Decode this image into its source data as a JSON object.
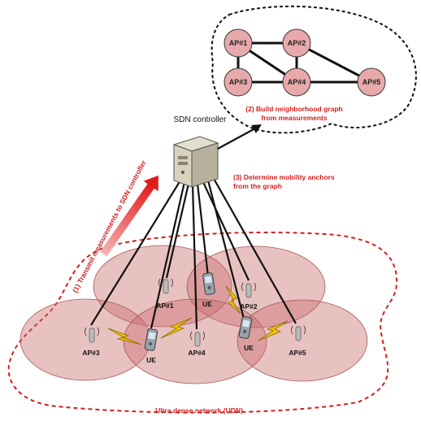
{
  "graph": {
    "nodes": [
      {
        "id": "ap1",
        "label": "AP#1"
      },
      {
        "id": "ap2",
        "label": "AP#2"
      },
      {
        "id": "ap3",
        "label": "AP#3"
      },
      {
        "id": "ap4",
        "label": "AP#4"
      },
      {
        "id": "ap5",
        "label": "AP#5"
      }
    ],
    "edges": [
      [
        "ap1",
        "ap2"
      ],
      [
        "ap1",
        "ap3"
      ],
      [
        "ap1",
        "ap4"
      ],
      [
        "ap2",
        "ap4"
      ],
      [
        "ap2",
        "ap5"
      ],
      [
        "ap3",
        "ap4"
      ],
      [
        "ap4",
        "ap5"
      ]
    ]
  },
  "controller": {
    "label": "SDN controller"
  },
  "steps": {
    "step1": "(1) Transmit measurements to SDN controller",
    "step2_line1": "(2) Build neighborhood graph",
    "step2_line2": "from measurements",
    "step3_line1": "(3) Determine mobility anchors",
    "step3_line2": "from the graph"
  },
  "network": {
    "aps": [
      {
        "id": "ap1",
        "label": "AP#1"
      },
      {
        "id": "ap2",
        "label": "AP#2"
      },
      {
        "id": "ap3",
        "label": "AP#3"
      },
      {
        "id": "ap4",
        "label": "AP#4"
      },
      {
        "id": "ap5",
        "label": "AP#5"
      }
    ],
    "ues": [
      {
        "id": "ue1",
        "label": "UE"
      },
      {
        "id": "ue2",
        "label": "UE"
      },
      {
        "id": "ue3",
        "label": "UE"
      }
    ],
    "caption": "Ultra dense network (UDN)"
  },
  "colors": {
    "accent_red": "#d21f1f",
    "node_fill": "#e8a9ab",
    "cell_fill": "#c96b6b"
  }
}
